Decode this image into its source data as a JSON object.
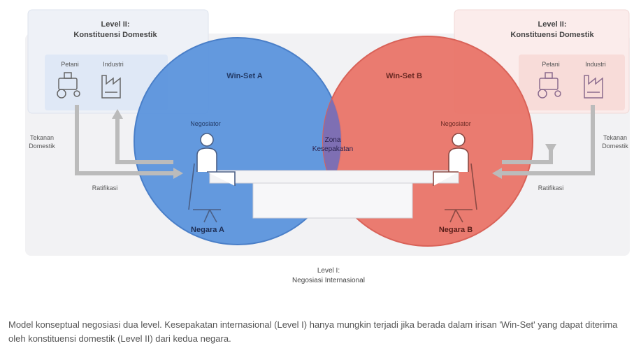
{
  "left_box": {
    "title_line1": "Level II:",
    "title_line2": "Konstituensi Domestik",
    "label_farmer": "Petani",
    "label_industry": "Industri",
    "side_label_line1": "Tekanan",
    "side_label_line2": "Domestik",
    "ratify_label": "Ratifikasi"
  },
  "right_box": {
    "title_line1": "Level II:",
    "title_line2": "Konstituensi Domestik",
    "label_farmer": "Petani",
    "label_industry": "Industri",
    "side_label_line1": "Tekanan",
    "side_label_line2": "Domestik",
    "ratify_label": "Ratifikasi"
  },
  "circles": {
    "left_title": "Win-Set A",
    "right_title": "Win-Set B",
    "overlap_line1": "Zona",
    "overlap_line2": "Kesepakatan",
    "left_negotiator": "Negosiator",
    "right_negotiator": "Negosiator",
    "left_country": "Negara A",
    "right_country": "Negara B"
  },
  "level1": {
    "line1": "Level I:",
    "line2": "Negosiasi Internasional"
  },
  "caption": "Model konseptual negosiasi dua level. Kesepakatan internasional (Level I) hanya mungkin terjadi jika berada dalam irisan 'Win-Set' yang dapat diterima oleh konstituensi domestik (Level II) dari kedua negara.",
  "colors": {
    "left_circle": "#5b93dc",
    "right_circle": "#e97468",
    "overlap": "#7e6fb3",
    "left_box_bg": "#e8eef8",
    "right_box_bg": "#fbe6e4",
    "outer_bg": "#f2f2f4"
  }
}
